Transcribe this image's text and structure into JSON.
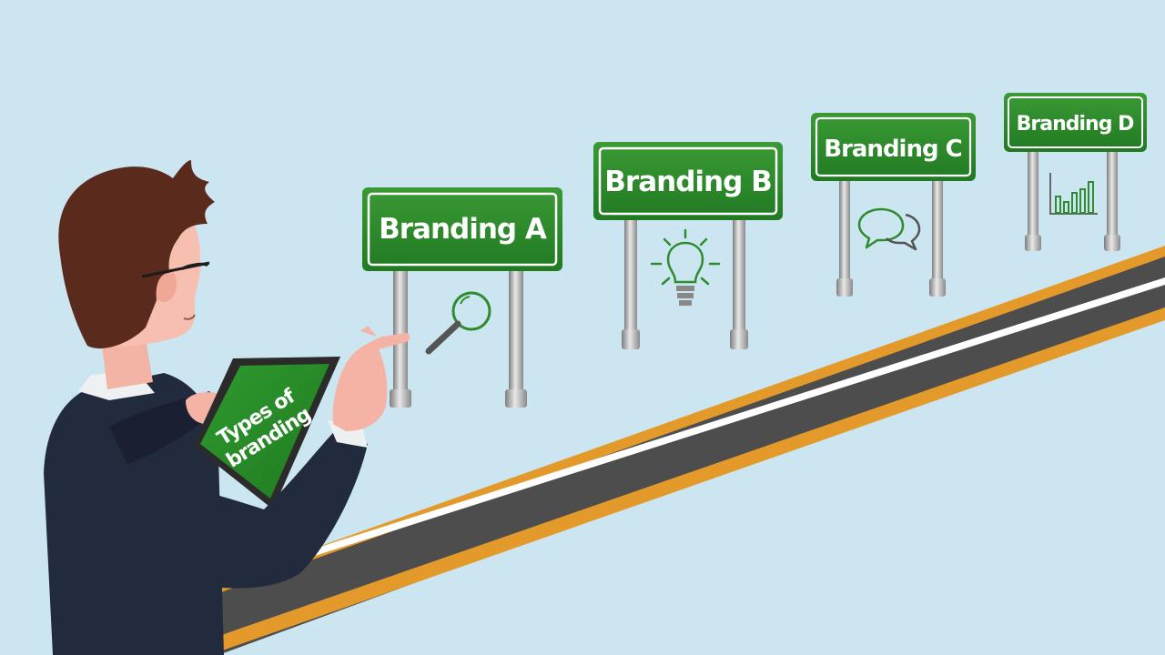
{
  "signs": [
    {
      "label": "Branding A",
      "icon": "magnifying-glass-icon"
    },
    {
      "label": "Branding B",
      "icon": "lightbulb-icon"
    },
    {
      "label": "Branding C",
      "icon": "chat-bubbles-icon"
    },
    {
      "label": "Branding D",
      "icon": "bar-chart-icon"
    }
  ],
  "tablet": {
    "line1": "Types of",
    "line2": "branding"
  },
  "colors": {
    "sky": "#cce6f1",
    "sign_green": "#2e8b2e",
    "sign_border": "#ffffff",
    "road": "#4a4a4a",
    "road_edge": "#e39a2a",
    "road_line": "#ffffff",
    "icon_green": "#2e8b2e",
    "suit": "#222a3d",
    "hair": "#5a2a1c",
    "skin": "#f6bfb0"
  }
}
